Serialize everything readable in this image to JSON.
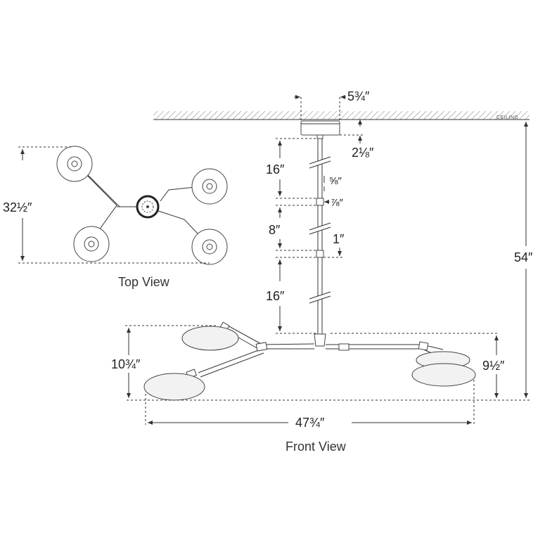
{
  "ceiling_label": "CEILING",
  "views": {
    "top": "Top View",
    "front": "Front View"
  },
  "dimensions": {
    "canopy_width": "5¾″",
    "canopy_height": "2⅛″",
    "stem_upper": "16″",
    "coupler_gap": "⅝″",
    "coupler_height": "⅞″",
    "stem_middle": "8″",
    "joint_height": "1″",
    "stem_lower": "16″",
    "overall_height": "54″",
    "top_view_depth": "32½″",
    "left_drop": "10¾″",
    "right_drop": "9½″",
    "overall_width": "47¾″"
  },
  "colors": {
    "line": "#333333",
    "shade_fill": "#f2f2f2"
  }
}
